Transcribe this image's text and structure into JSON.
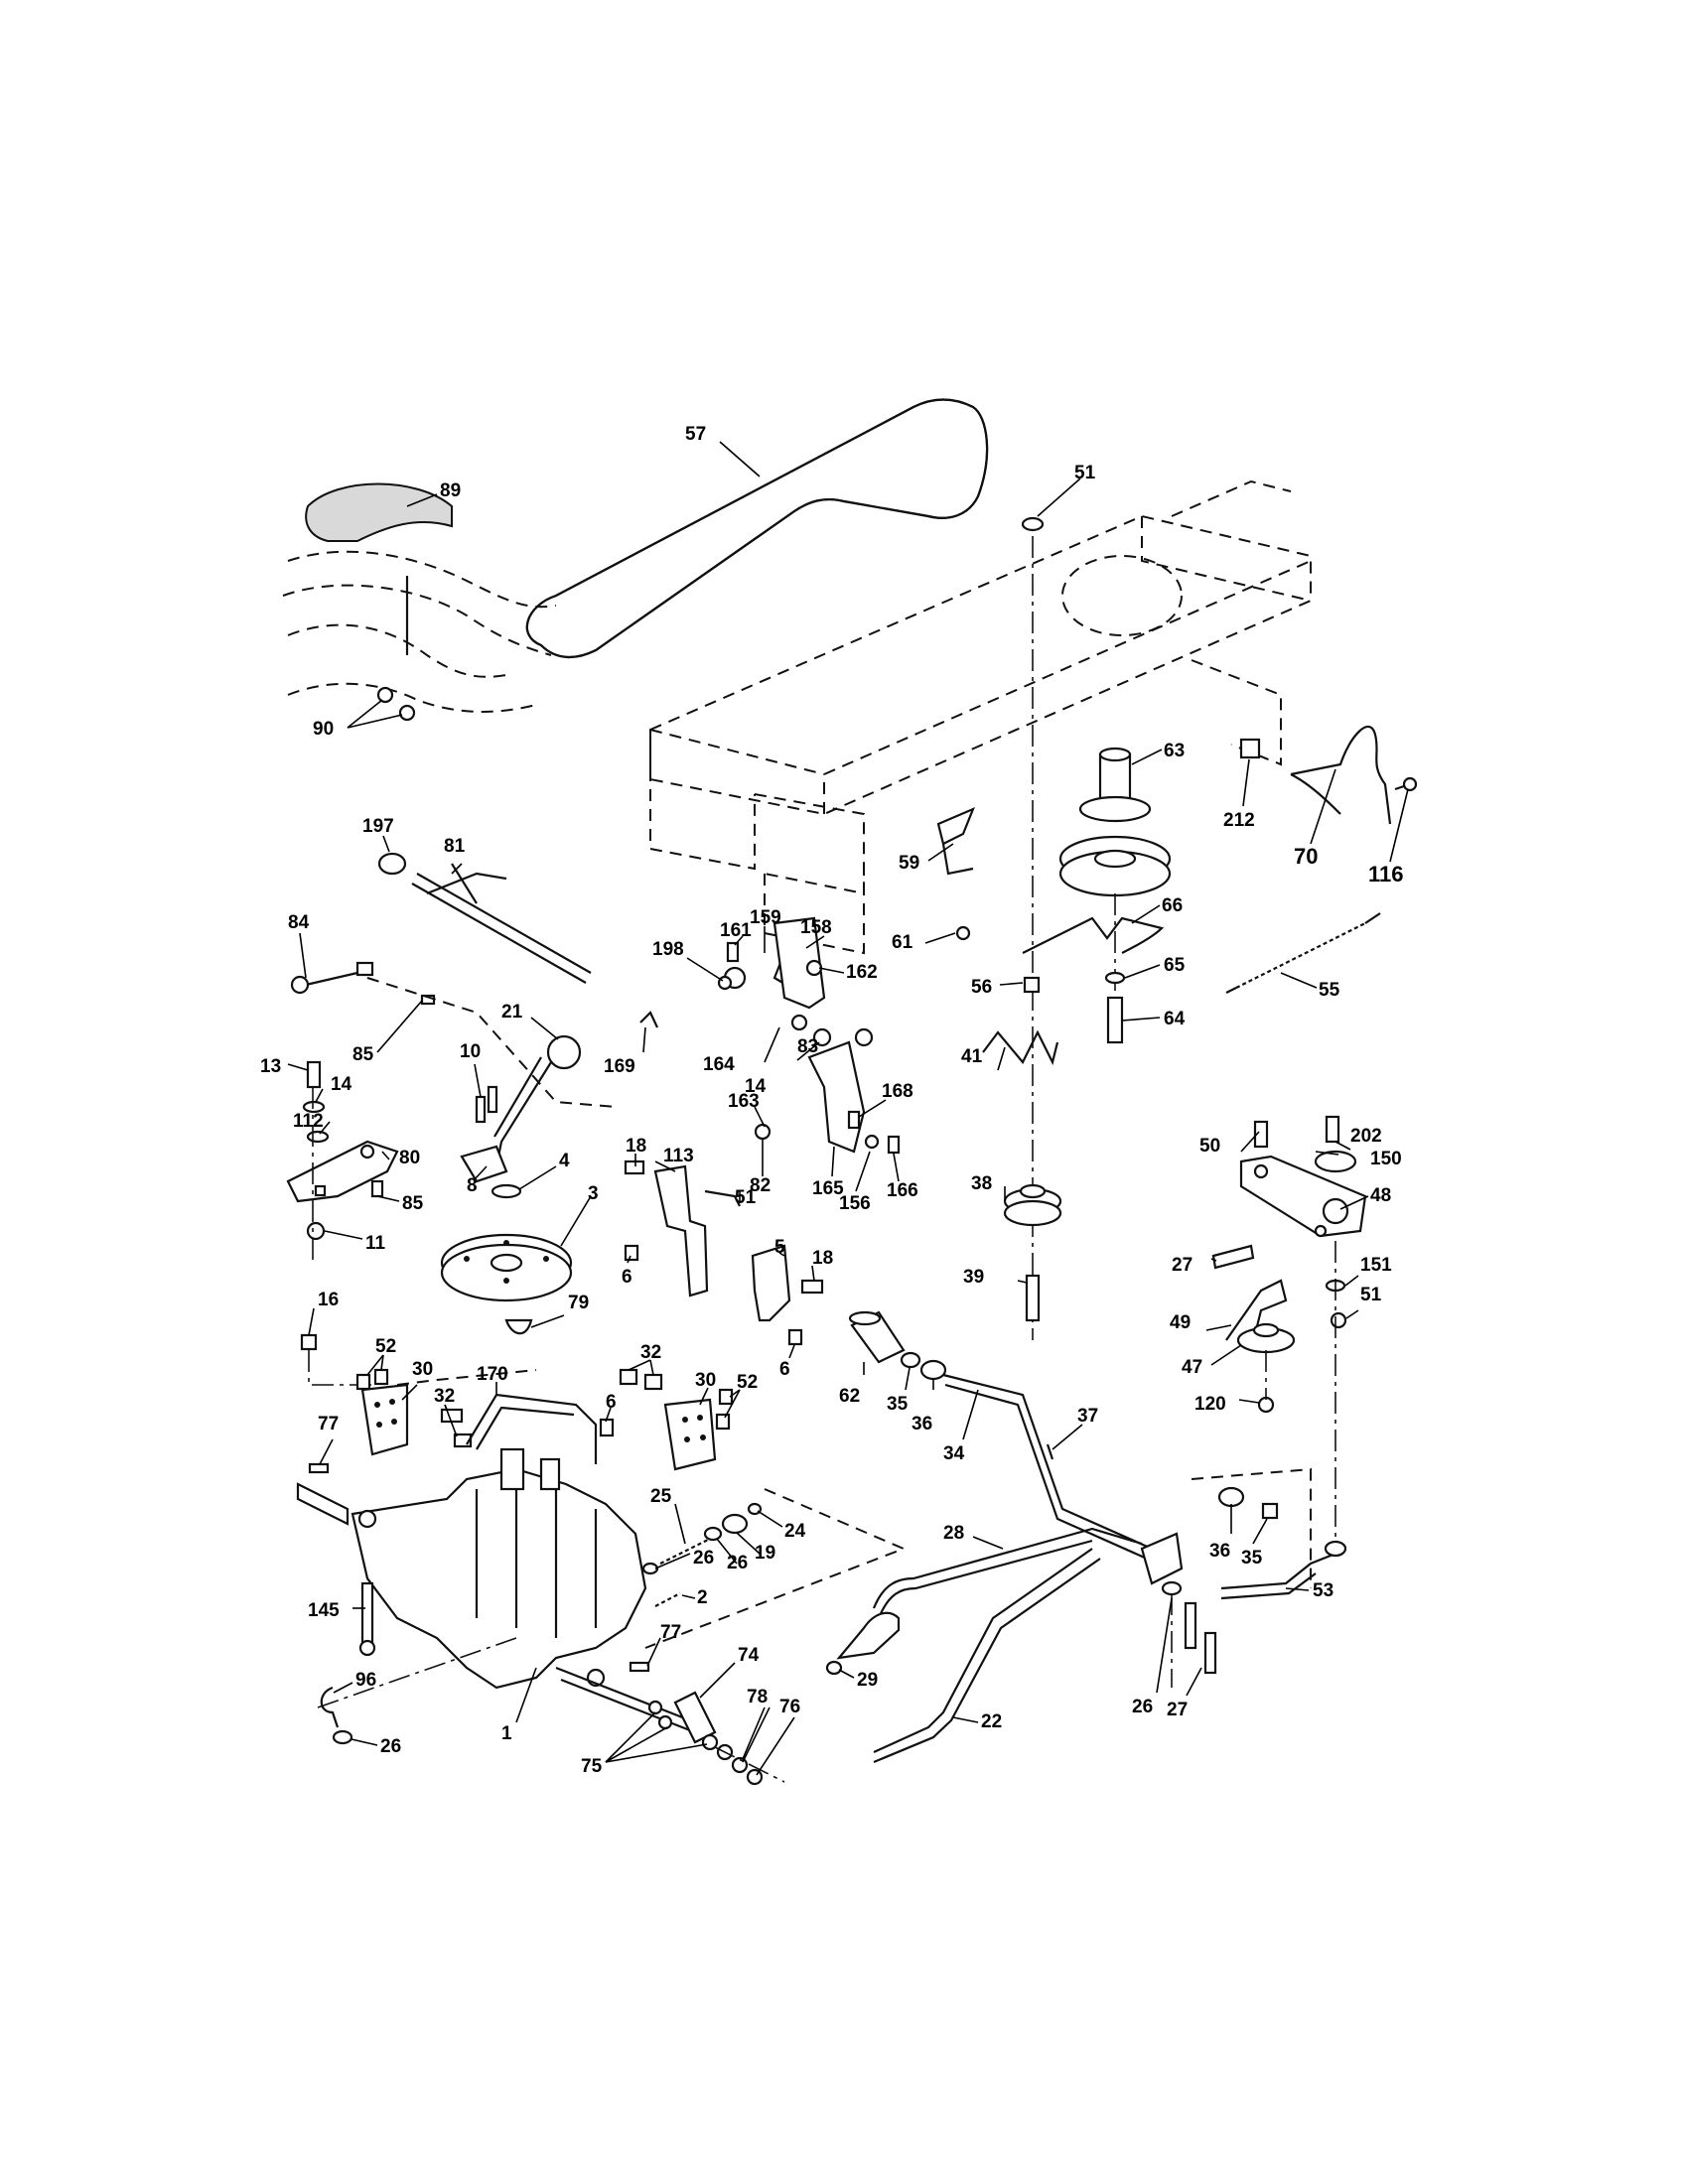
{
  "callouts": [
    {
      "id": "57",
      "text": "57"
    },
    {
      "id": "89",
      "text": "89"
    },
    {
      "id": "51a",
      "text": "51"
    },
    {
      "id": "90",
      "text": "90"
    },
    {
      "id": "63",
      "text": "63"
    },
    {
      "id": "212",
      "text": "212"
    },
    {
      "id": "70",
      "text": "70"
    },
    {
      "id": "116",
      "text": "116"
    },
    {
      "id": "197",
      "text": "197"
    },
    {
      "id": "81",
      "text": "81"
    },
    {
      "id": "59",
      "text": "59"
    },
    {
      "id": "84",
      "text": "84"
    },
    {
      "id": "198",
      "text": "198"
    },
    {
      "id": "161",
      "text": "161"
    },
    {
      "id": "159",
      "text": "159"
    },
    {
      "id": "158",
      "text": "158"
    },
    {
      "id": "162",
      "text": "162"
    },
    {
      "id": "61",
      "text": "61"
    },
    {
      "id": "66",
      "text": "66"
    },
    {
      "id": "56",
      "text": "56"
    },
    {
      "id": "65",
      "text": "65"
    },
    {
      "id": "64",
      "text": "64"
    },
    {
      "id": "55",
      "text": "55"
    },
    {
      "id": "21",
      "text": "21"
    },
    {
      "id": "85a",
      "text": "85"
    },
    {
      "id": "169",
      "text": "169"
    },
    {
      "id": "164",
      "text": "164"
    },
    {
      "id": "14a",
      "text": "14"
    },
    {
      "id": "83",
      "text": "83"
    },
    {
      "id": "10",
      "text": "10"
    },
    {
      "id": "13",
      "text": "13"
    },
    {
      "id": "14b",
      "text": "14"
    },
    {
      "id": "41",
      "text": "41"
    },
    {
      "id": "163",
      "text": "163"
    },
    {
      "id": "168",
      "text": "168"
    },
    {
      "id": "112",
      "text": "112"
    },
    {
      "id": "80",
      "text": "80"
    },
    {
      "id": "8",
      "text": "8"
    },
    {
      "id": "82",
      "text": "82"
    },
    {
      "id": "50",
      "text": "50"
    },
    {
      "id": "202",
      "text": "202"
    },
    {
      "id": "150",
      "text": "150"
    },
    {
      "id": "18a",
      "text": "18"
    },
    {
      "id": "113",
      "text": "113"
    },
    {
      "id": "165",
      "text": "165"
    },
    {
      "id": "156",
      "text": "156"
    },
    {
      "id": "166",
      "text": "166"
    },
    {
      "id": "4",
      "text": "4"
    },
    {
      "id": "85b",
      "text": "85"
    },
    {
      "id": "3",
      "text": "3"
    },
    {
      "id": "38",
      "text": "38"
    },
    {
      "id": "48",
      "text": "48"
    },
    {
      "id": "51b",
      "text": "51"
    },
    {
      "id": "11",
      "text": "11"
    },
    {
      "id": "5",
      "text": "5"
    },
    {
      "id": "18b",
      "text": "18"
    },
    {
      "id": "27a",
      "text": "27"
    },
    {
      "id": "151",
      "text": "151"
    },
    {
      "id": "6a",
      "text": "6"
    },
    {
      "id": "39",
      "text": "39"
    },
    {
      "id": "51c",
      "text": "51"
    },
    {
      "id": "16",
      "text": "16"
    },
    {
      "id": "79",
      "text": "79"
    },
    {
      "id": "49",
      "text": "49"
    },
    {
      "id": "6b",
      "text": "6"
    },
    {
      "id": "52a",
      "text": "52"
    },
    {
      "id": "30a",
      "text": "30"
    },
    {
      "id": "32a",
      "text": "32"
    },
    {
      "id": "30b",
      "text": "30"
    },
    {
      "id": "47",
      "text": "47"
    },
    {
      "id": "32b",
      "text": "32"
    },
    {
      "id": "170",
      "text": "170"
    },
    {
      "id": "52b",
      "text": "52"
    },
    {
      "id": "62",
      "text": "62"
    },
    {
      "id": "120",
      "text": "120"
    },
    {
      "id": "6c",
      "text": "6"
    },
    {
      "id": "35a",
      "text": "35"
    },
    {
      "id": "36a",
      "text": "36"
    },
    {
      "id": "37",
      "text": "37"
    },
    {
      "id": "77a",
      "text": "77"
    },
    {
      "id": "34",
      "text": "34"
    },
    {
      "id": "25",
      "text": "25"
    },
    {
      "id": "24",
      "text": "24"
    },
    {
      "id": "28",
      "text": "28"
    },
    {
      "id": "36b",
      "text": "36"
    },
    {
      "id": "35b",
      "text": "35"
    },
    {
      "id": "26a",
      "text": "26"
    },
    {
      "id": "19",
      "text": "19"
    },
    {
      "id": "26b",
      "text": "26"
    },
    {
      "id": "53",
      "text": "53"
    },
    {
      "id": "2",
      "text": "2"
    },
    {
      "id": "145",
      "text": "145"
    },
    {
      "id": "77b",
      "text": "77"
    },
    {
      "id": "74",
      "text": "74"
    },
    {
      "id": "29",
      "text": "29"
    },
    {
      "id": "96",
      "text": "96"
    },
    {
      "id": "78",
      "text": "78"
    },
    {
      "id": "76",
      "text": "76"
    },
    {
      "id": "22",
      "text": "22"
    },
    {
      "id": "26c",
      "text": "26"
    },
    {
      "id": "27b",
      "text": "27"
    },
    {
      "id": "1",
      "text": "1"
    },
    {
      "id": "26d",
      "text": "26"
    },
    {
      "id": "75",
      "text": "75"
    }
  ]
}
